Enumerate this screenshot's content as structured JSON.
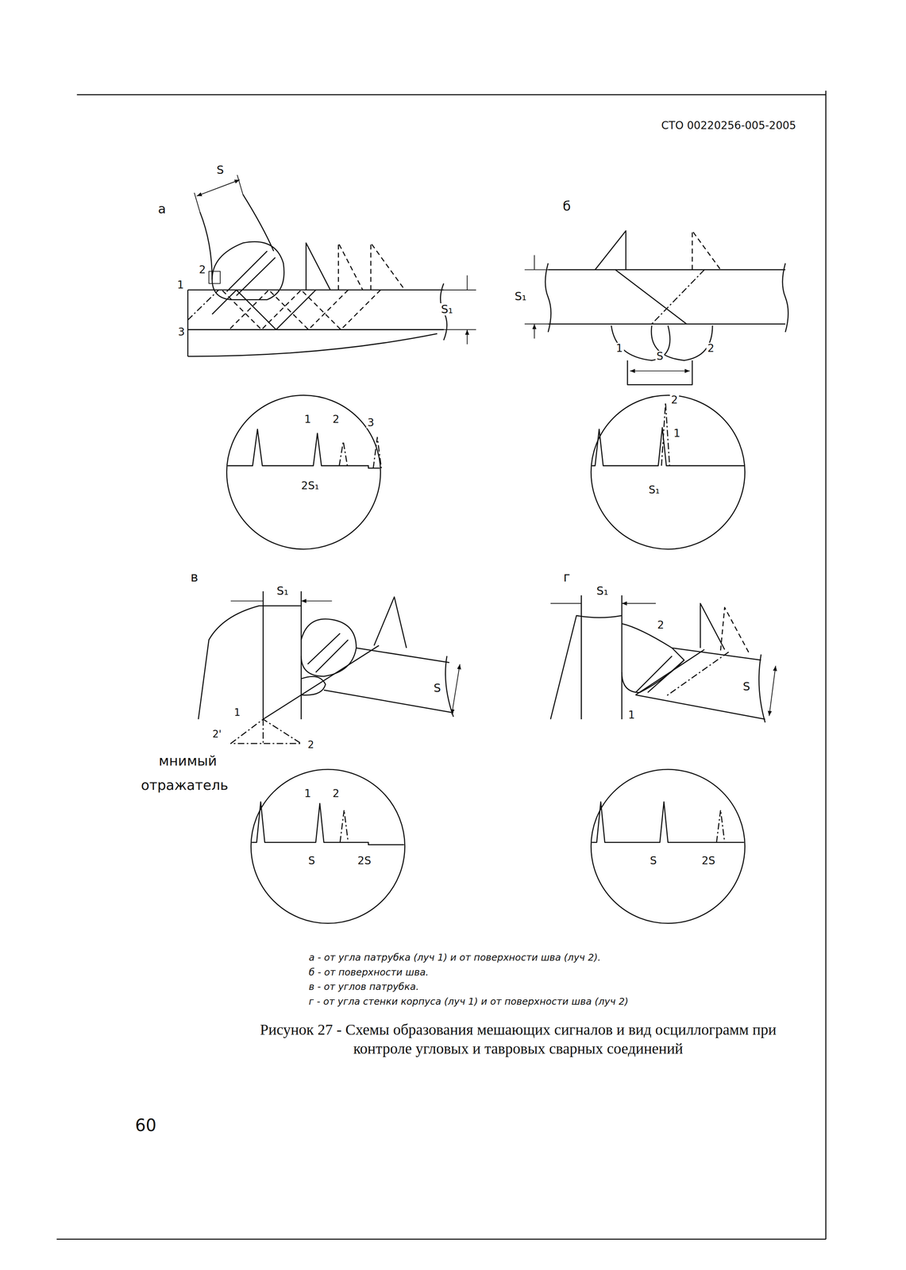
{
  "diagram": {
    "caption": "Рисунок 27 - Схемы образования мешающих сигналов и вид осциллограмм при контроле угловых и тавровых сварных соединений",
    "labels": [
      "СТО 00220256-005-2005",
      "а",
      "S",
      "2",
      "1",
      "S₁",
      "3",
      "1",
      "2",
      "3",
      "2S₁",
      "б",
      "S₁",
      "1",
      "S",
      "2",
      "2",
      "1",
      "S₁",
      "в",
      "S₁",
      "S",
      "2'",
      "1",
      "2",
      "мнимый",
      "отражатель",
      "1",
      "2",
      "S",
      "2S",
      "г",
      "S₁",
      "2",
      "1",
      "S",
      "S",
      "2S",
      "а - от угла патрубка (луч 1) и от поверхности шва (луч 2).",
      "б - от поверхности шва.",
      "в - от углов патрубка.",
      "г - от угла стенки корпуса (луч 1) и от поверхности шва (луч 2)",
      "60"
    ]
  }
}
